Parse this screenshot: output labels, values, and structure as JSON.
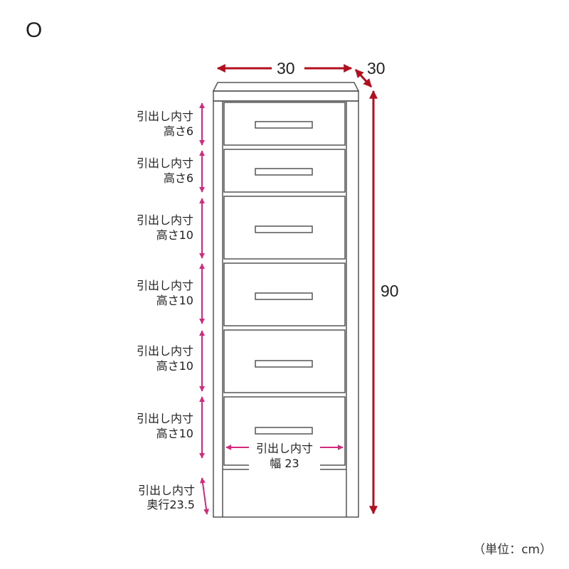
{
  "corner_label": "O",
  "units_note": "（単位：cm）",
  "dimensions": {
    "width": "30",
    "depth": "30",
    "height": "90"
  },
  "drawers": [
    {
      "line1": "引出し内寸",
      "line2": "高さ6"
    },
    {
      "line1": "引出し内寸",
      "line2": "高さ6"
    },
    {
      "line1": "引出し内寸",
      "line2": "高さ10"
    },
    {
      "line1": "引出し内寸",
      "line2": "高さ10"
    },
    {
      "line1": "引出し内寸",
      "line2": "高さ10"
    },
    {
      "line1": "引出し内寸",
      "line2": "高さ10"
    }
  ],
  "inner_width": {
    "line1": "引出し内寸",
    "line2": "幅 23"
  },
  "inner_depth": {
    "line1": "引出し内寸",
    "line2": "奥行23.5"
  },
  "colors": {
    "outer_arrow": "#b3101f",
    "inner_arrow": "#d6297e",
    "outline": "#555555"
  }
}
